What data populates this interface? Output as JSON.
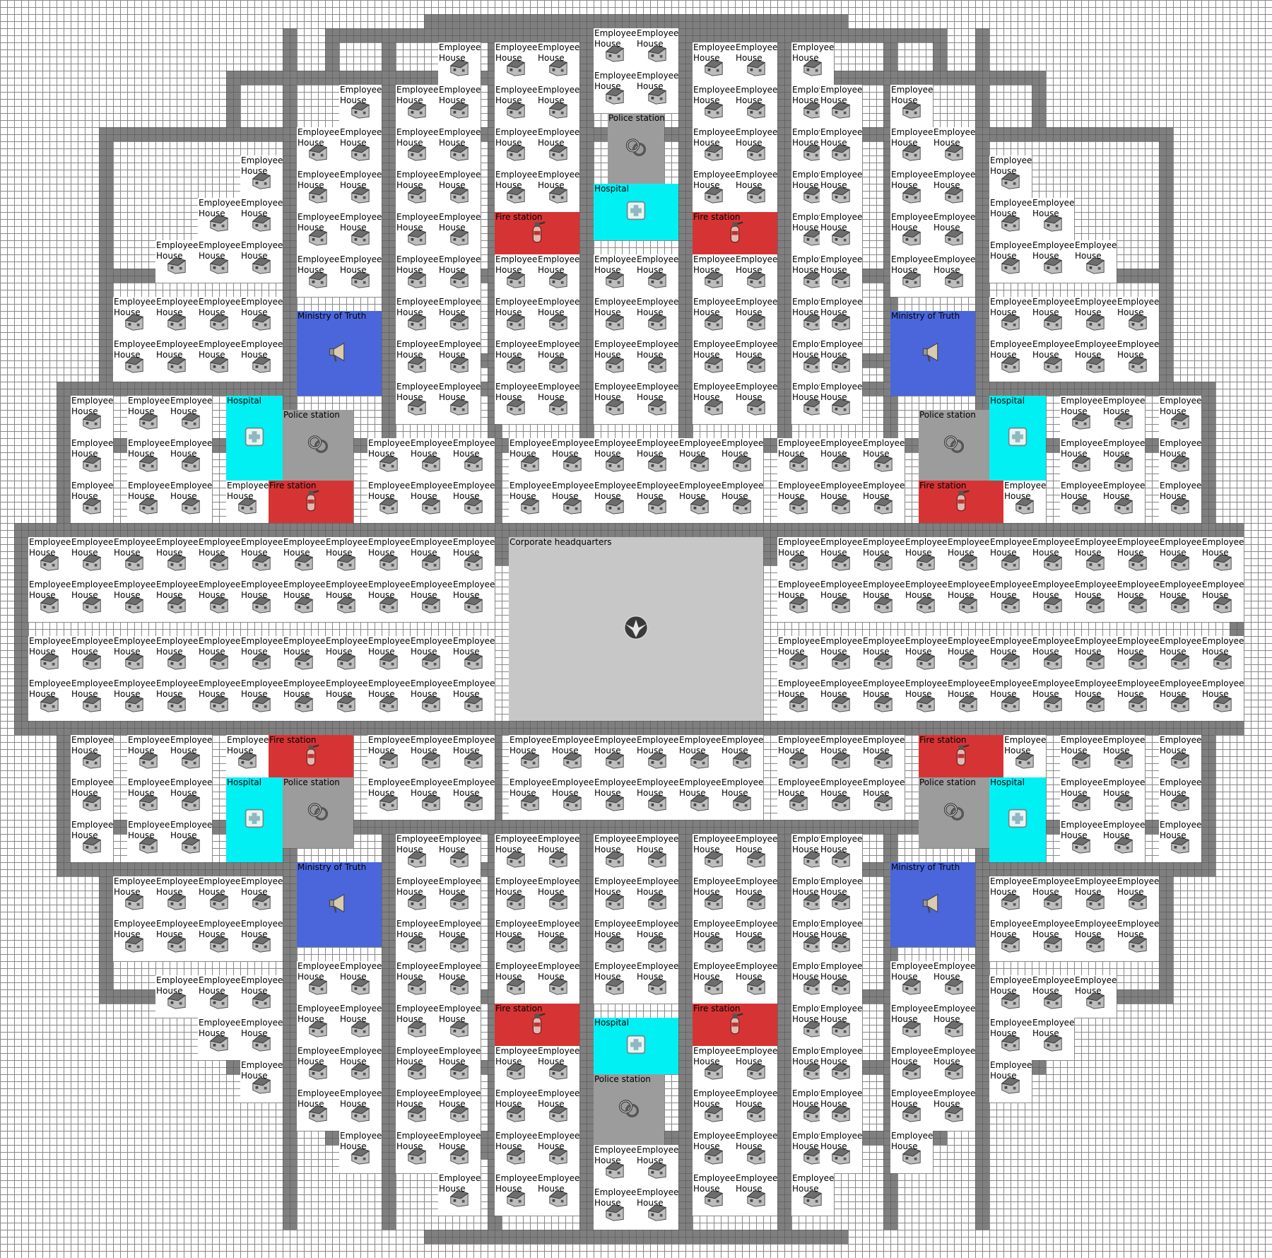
{
  "labels": {
    "house": "Employee House",
    "fire": "Fire station",
    "hospital": "Hospital",
    "police": "Police station",
    "ministry": "Ministry of Truth",
    "hq": "Corporate headquarters"
  },
  "icons": {
    "house": "house-icon",
    "fire": "fire-extinguisher-icon",
    "hospital": "medical-kit-icon",
    "police": "handcuffs-icon",
    "ministry": "megaphone-icon",
    "hq": "winged-emblem-icon"
  },
  "colors": {
    "road": "#7f7f7f",
    "fire": "#d63434",
    "hospital": "#00f0f3",
    "police": "#9c9c9c",
    "ministry": "#4b66db",
    "hq": "#c7c7c7",
    "house": "#ffffff"
  }
}
